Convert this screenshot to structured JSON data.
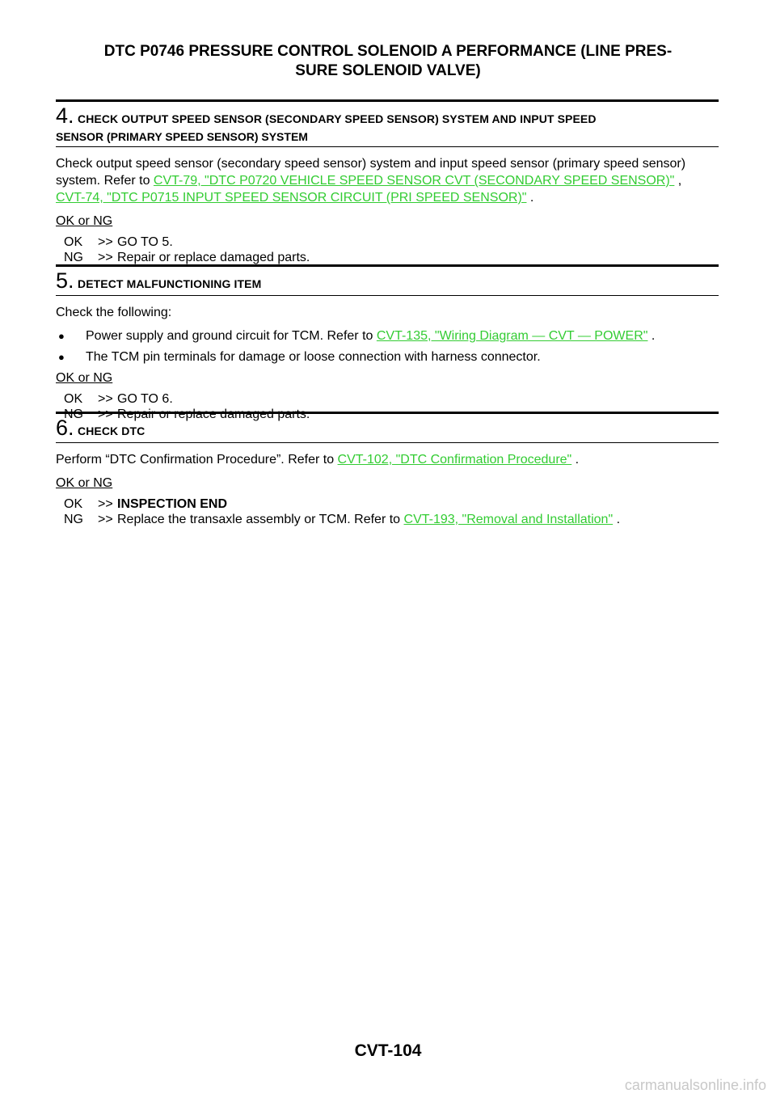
{
  "header": {
    "title_line1": "DTC P0746 PRESSURE CONTROL SOLENOID A PERFORMANCE (LINE PRES-",
    "title_line2": "SURE SOLENOID VALVE)"
  },
  "steps": [
    {
      "number": "4.",
      "title": "CHECK OUTPUT SPEED SENSOR (SECONDARY SPEED SENSOR) SYSTEM AND INPUT SPEED",
      "title_line2": "SENSOR (PRIMARY SPEED SENSOR) SYSTEM",
      "text": "Check output speed sensor (secondary speed sensor) system and input speed sensor (primary speed sensor) system. Refer to ",
      "link1": "CVT-79, \"DTC P0720 VEHICLE SPEED SENSOR CVT (SECONDARY SPEED SENSOR)\"",
      "sep1": " ,",
      "link2": "CVT-74, \"DTC P0715 INPUT SPEED SENSOR CIRCUIT (PRI SPEED SENSOR)\"",
      "end": " .",
      "okng": "OK or NG",
      "ok_key": "OK",
      "ok_arrow": ">>",
      "ok_text": "GO TO 5.",
      "ng_key": "NG",
      "ng_arrow": ">>",
      "ng_text": "Repair or replace damaged parts."
    },
    {
      "number": "5.",
      "title": "DETECT MALFUNCTIONING ITEM",
      "text": "Check the following:",
      "bullet1_text": "Power supply and ground circuit for TCM. Refer to ",
      "bullet1_link": "CVT-135, \"Wiring Diagram — CVT — POWER\"",
      "bullet1_end": " .",
      "bullet2_text": "The TCM pin terminals for damage or loose connection with harness connector.",
      "okng": "OK or NG",
      "ok_key": "OK",
      "ok_arrow": ">>",
      "ok_text": "GO TO 6.",
      "ng_key": "NG",
      "ng_arrow": ">>",
      "ng_text": "Repair or replace damaged parts."
    },
    {
      "number": "6.",
      "title": "CHECK DTC",
      "text": "Perform “DTC Confirmation Procedure”. Refer to ",
      "link1": "CVT-102, \"DTC Confirmation Procedure\"",
      "end": " .",
      "okng": "OK or NG",
      "ok_key": "OK",
      "ok_arrow": ">>",
      "ok_text": "INSPECTION END",
      "ng_key": "NG",
      "ng_arrow": ">>",
      "ng_text": "Replace the transaxle assembly or TCM. Refer to ",
      "ng_link": "CVT-193, \"Removal and Installation\"",
      "ng_end": " ."
    }
  ],
  "footer": {
    "page": "CVT-104"
  },
  "watermark": "carmanualsonline.info",
  "colors": {
    "link": "#33cc33"
  }
}
